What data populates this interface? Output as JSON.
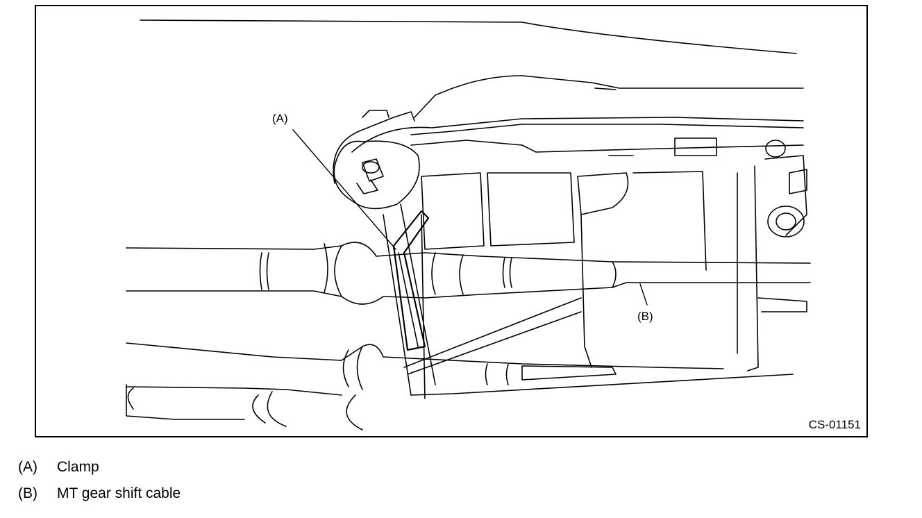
{
  "figure": {
    "id": "CS-01151",
    "callouts": [
      {
        "key": "A",
        "text": "(A)"
      },
      {
        "key": "B",
        "text": "(B)"
      }
    ]
  },
  "legend": [
    {
      "key": "(A)",
      "label": "Clamp"
    },
    {
      "key": "(B)",
      "label": "MT gear shift cable"
    }
  ]
}
